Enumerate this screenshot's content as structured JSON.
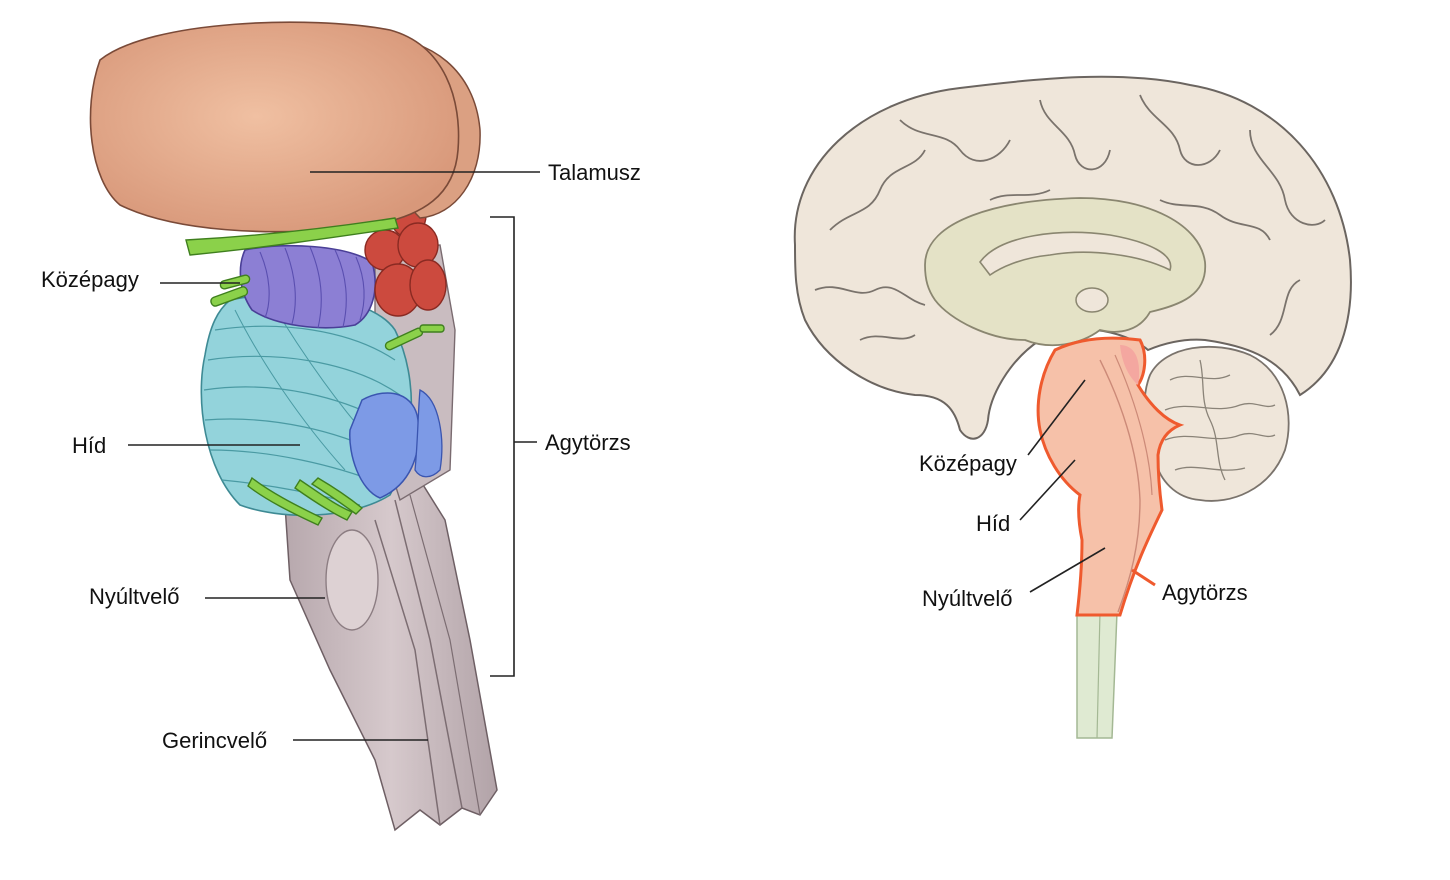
{
  "left_diagram": {
    "labels": {
      "talamusz": "Talamusz",
      "kozepagy": "Középagy",
      "agytorzs": "Agytörzs",
      "hid": "Híd",
      "nyultvelo": "Nyúltvelő",
      "gerincvelo": "Gerincvelő"
    }
  },
  "right_diagram": {
    "labels": {
      "kozepagy": "Középagy",
      "hid": "Híd",
      "nyultvelo": "Nyúltvelő",
      "agytorzs": "Agytörzs"
    }
  },
  "colors": {
    "thalamus": "#e0a98a",
    "midbrain": "#8c7fd4",
    "pons": "#8fd0d8",
    "medulla": "#c8b9bd",
    "red_bodies": "#cc4a3e",
    "nerves_green": "#8bd14a",
    "cerebrum": "#efe6da",
    "inner_region": "#e4e2c6",
    "brainstem_fill": "#f6c1a9",
    "brainstem_outline": "#ef5a2e",
    "spinal_cord": "#dfead2"
  }
}
